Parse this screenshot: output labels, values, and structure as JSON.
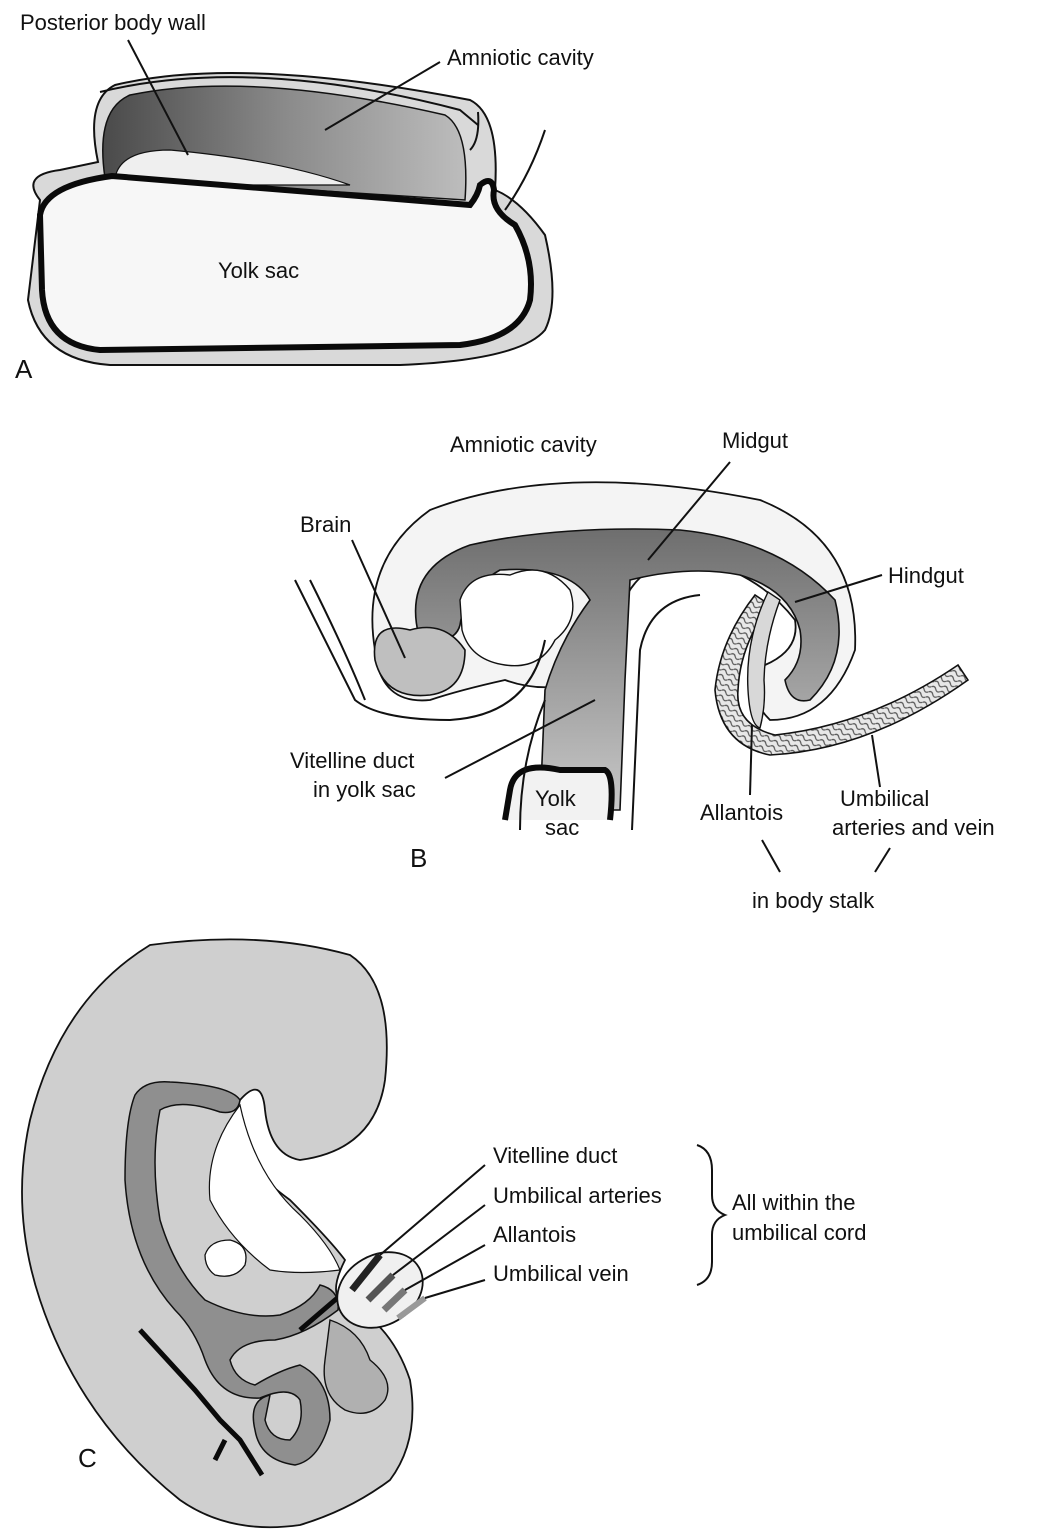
{
  "panel_a": {
    "letter": "A",
    "labels": {
      "posterior_body_wall": "Posterior body wall",
      "amniotic_cavity": "Amniotic cavity",
      "yolk_sac": "Yolk sac"
    }
  },
  "panel_b": {
    "letter": "B",
    "labels": {
      "amniotic_cavity": "Amniotic cavity",
      "midgut": "Midgut",
      "brain": "Brain",
      "hindgut": "Hindgut",
      "vitelline_duct_line1": "Vitelline duct",
      "vitelline_duct_line2": "in yolk sac",
      "yolk_sac_line1": "Yolk",
      "yolk_sac_line2": "sac",
      "allantois": "Allantois",
      "umbilical_line1": "Umbilical",
      "umbilical_line2": "arteries and vein",
      "body_stalk": "in body stalk"
    }
  },
  "panel_c": {
    "letter": "C",
    "cord_items": [
      "Vitelline duct",
      "Umbilical arteries",
      "Allantois",
      "Umbilical vein"
    ],
    "group_line1": "All within the",
    "group_line2": "umbilical cord"
  },
  "colors": {
    "dark_tissue": "#6f6f6f",
    "mid_tissue": "#9a9a9a",
    "light_tissue": "#c4c4c4",
    "pale_tissue": "#e8e8e8",
    "outline": "#111111"
  }
}
